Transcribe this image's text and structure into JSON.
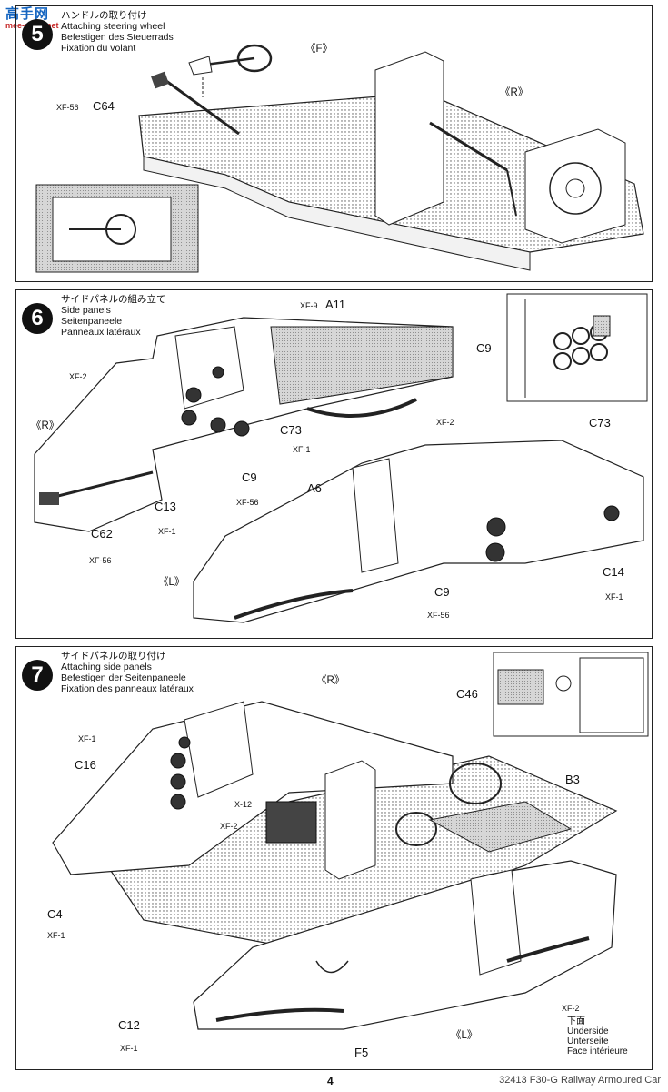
{
  "watermark": {
    "main": "高手网",
    "sub": "mee-shoo.net"
  },
  "steps": [
    {
      "num": "5",
      "titles": [
        "ハンドルの取り付け",
        "Attaching steering wheel",
        "Befestigen des Steuerrads",
        "Fixation du volant"
      ]
    },
    {
      "num": "6",
      "titles": [
        "サイドパネルの組み立て",
        "Side panels",
        "Seitenpaneele",
        "Panneaux latéraux"
      ]
    },
    {
      "num": "7",
      "titles": [
        "サイドパネルの取り付け",
        "Attaching side panels",
        "Befestigen der Seitenpaneele",
        "Fixation des panneaux latéraux"
      ]
    }
  ],
  "labels5": {
    "f": "《F》",
    "r": "《R》",
    "c64": "C64",
    "xf56": "XF-56"
  },
  "labels6": {
    "xf9": "XF-9",
    "a11": "A11",
    "xf2a": "XF-2",
    "r": "《R》",
    "c73": "C73",
    "xf1a": "XF-1",
    "c9a": "C9",
    "xf56a": "XF-56",
    "c13": "C13",
    "xf1b": "XF-1",
    "c62": "C62",
    "xf56b": "XF-56",
    "a6": "A6",
    "xf2b": "XF-2",
    "l": "《L》",
    "c9b": "C9",
    "xf56c": "XF-56",
    "c14": "C14",
    "xf1c": "XF-1",
    "c9c": "C9",
    "c73b": "C73"
  },
  "labels7": {
    "r": "《R》",
    "c46": "C46",
    "xf1a": "XF-1",
    "c16": "C16",
    "b3": "B3",
    "x12": "X-12",
    "xf2a": "XF-2",
    "c4": "C4",
    "xf1b": "XF-1",
    "c12": "C12",
    "xf1c": "XF-1",
    "f5": "F5",
    "l": "《L》",
    "xf2b": "XF-2",
    "under": [
      "下面",
      "Underside",
      "Unterseite",
      "Face intérieure"
    ]
  },
  "page_number": "4",
  "footer": "32413 F30-G Railway Armoured Car"
}
